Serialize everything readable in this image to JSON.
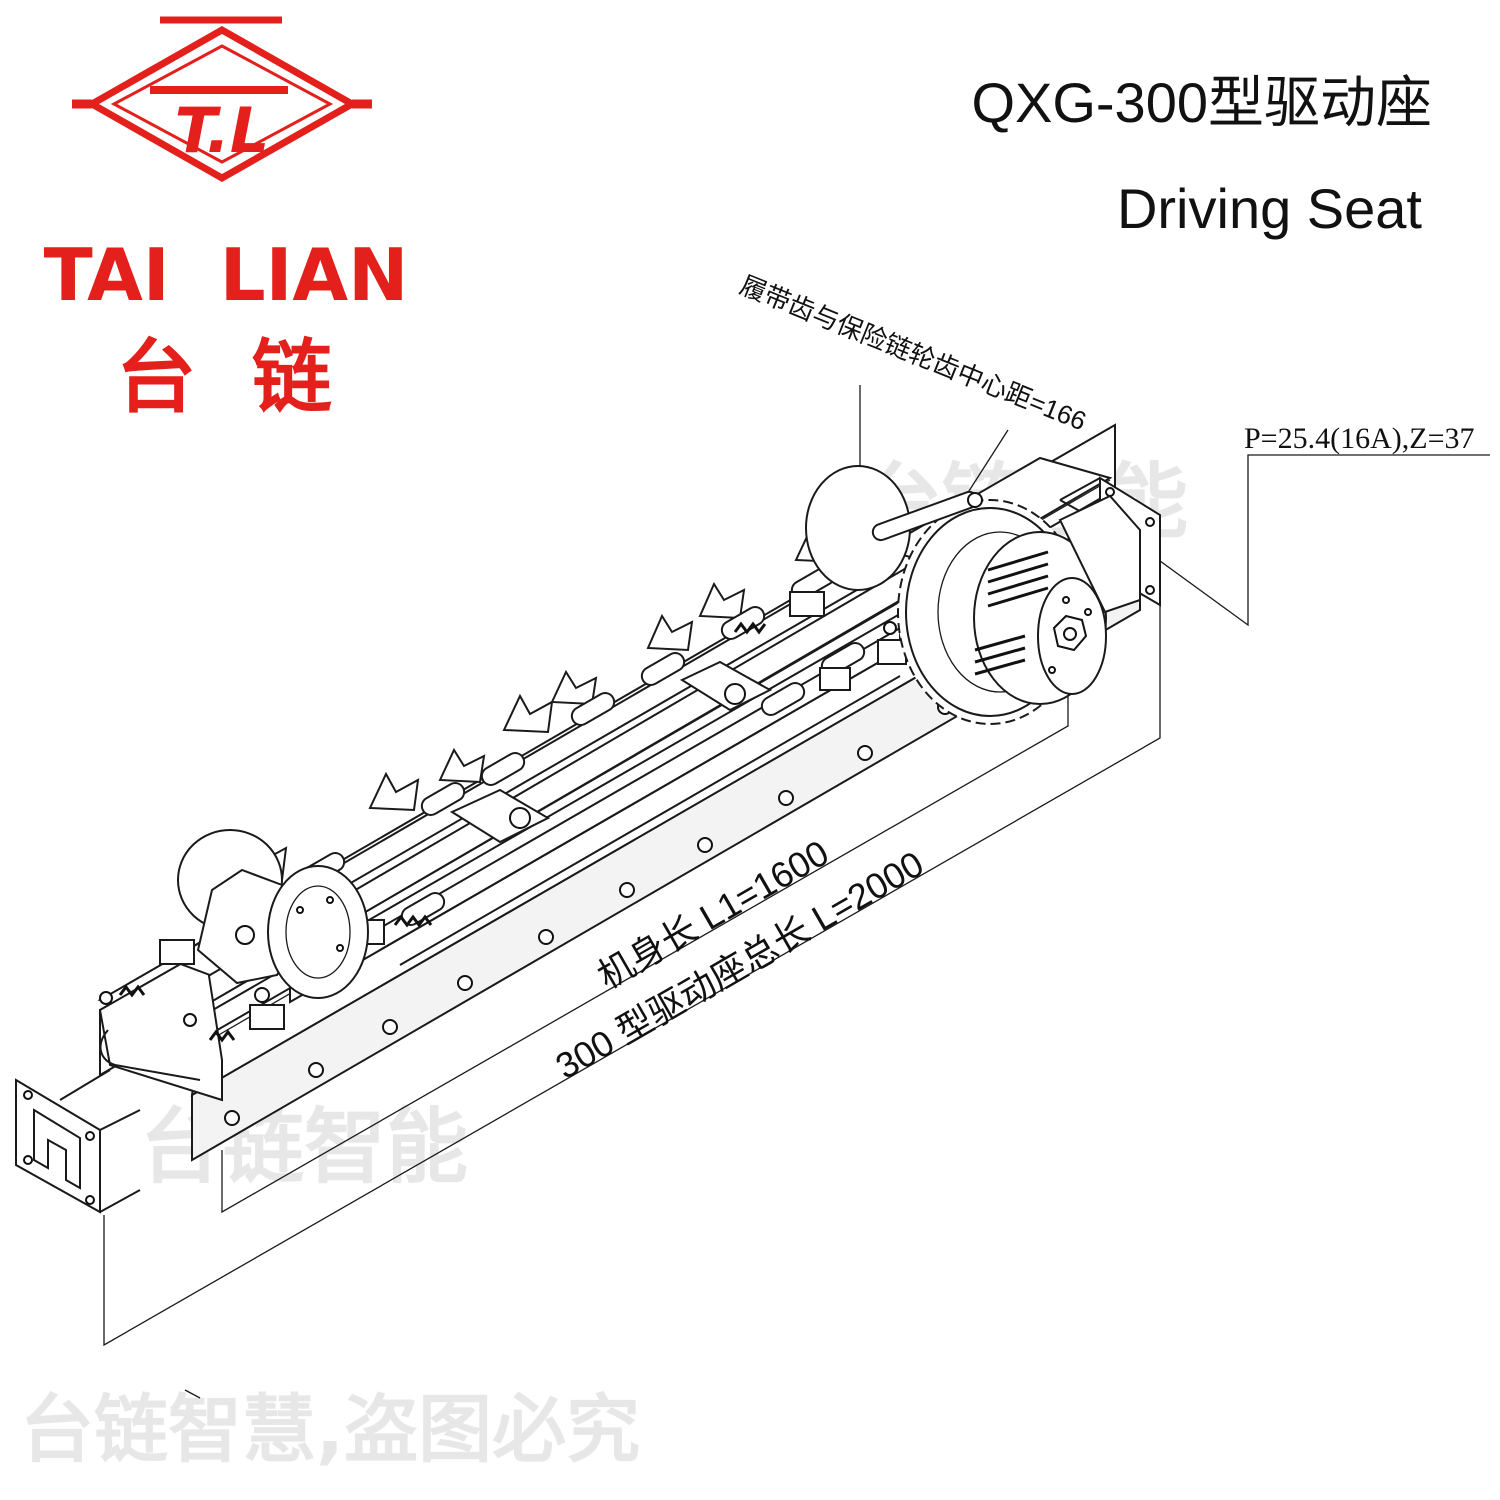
{
  "logo": {
    "monogram": "T.L",
    "name_en": "TAI  LIAN",
    "name_cn": "台  链",
    "color": "#e3201b"
  },
  "title": {
    "cn": "QXG-300型驱动座",
    "en": "Driving Seat"
  },
  "annotations": {
    "center_distance": "履带齿与保险链轮齿中心距=166",
    "sprocket_spec": "P=25.4(16A),Z=37",
    "body_length": "机身长 L1=1600",
    "total_length": "300 型驱动座总长 L=2000"
  },
  "watermarks": {
    "mid": "台链智能",
    "top": "台链智能",
    "footer": "台链智慧,盗图必究"
  },
  "icons": [
    "diamond-logo-icon",
    "sprocket-icon",
    "spring-coupling-icon",
    "bolt-icon"
  ]
}
